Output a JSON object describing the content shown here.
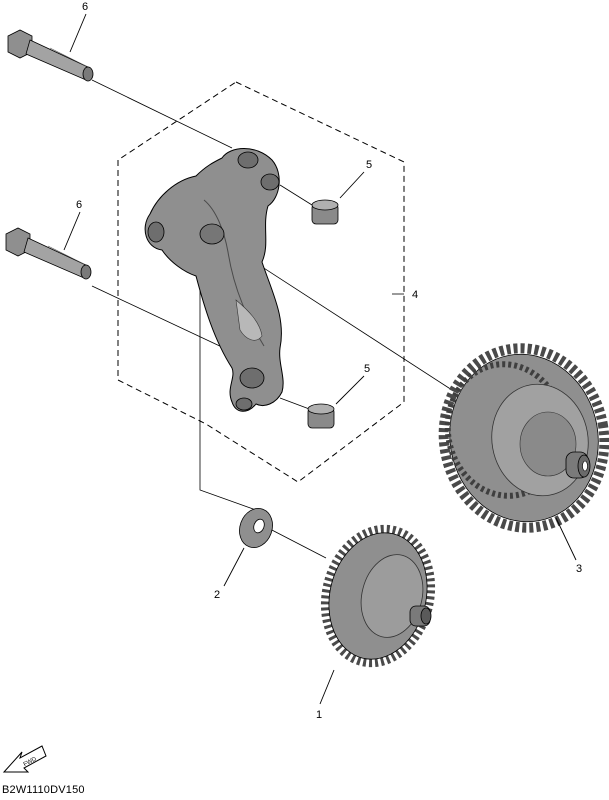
{
  "callouts": {
    "c1": "1",
    "c2": "2",
    "c3": "3",
    "c4": "4",
    "c5a": "5",
    "c5b": "5",
    "c6a": "6",
    "c6b": "6"
  },
  "diagram_code": "B2W1110DV150",
  "fwd_label": "FWD",
  "colors": {
    "part_fill": "#8f8f8f",
    "part_dark": "#5a5a5a",
    "line": "#000000"
  }
}
